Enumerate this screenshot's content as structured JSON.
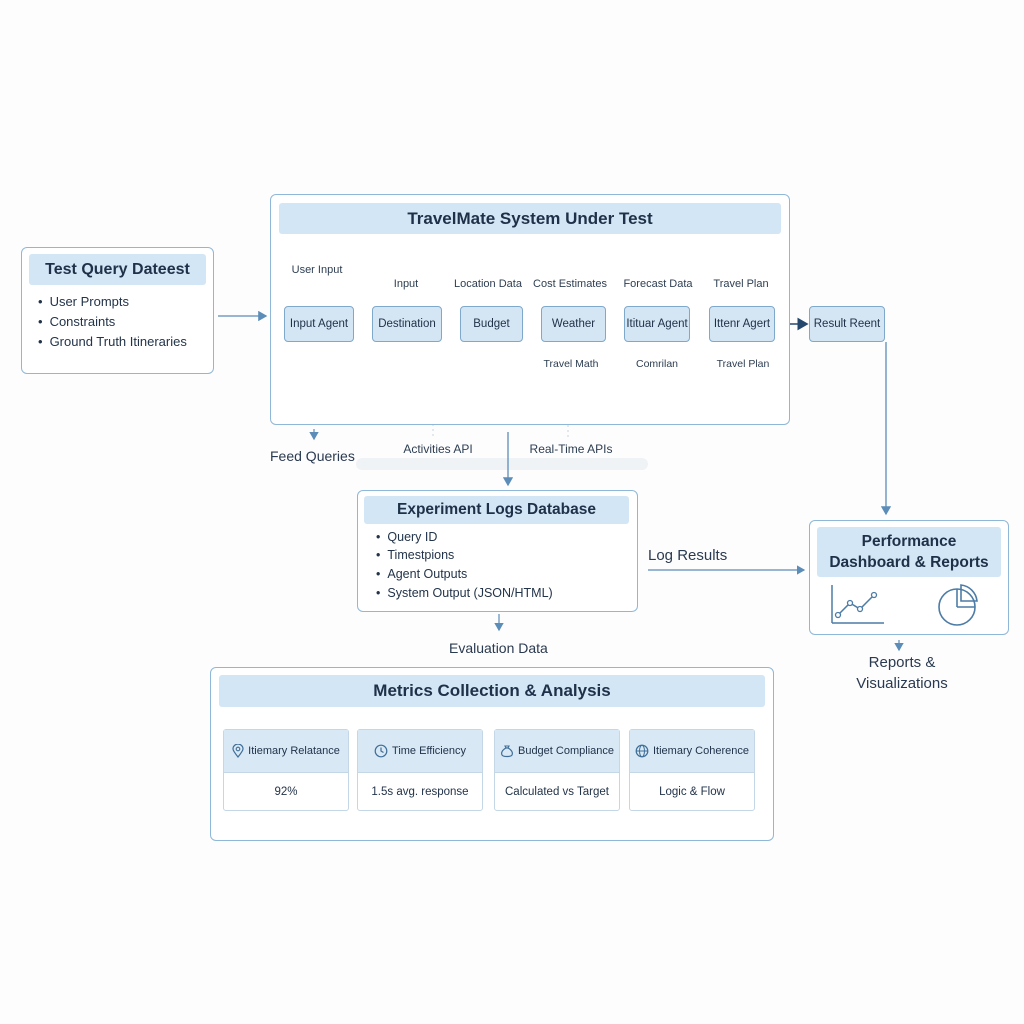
{
  "test_query": {
    "title": "Test Query Dateest",
    "items": [
      "User Prompts",
      "Constraints",
      "Ground Truth Itineraries"
    ]
  },
  "system": {
    "title": "TravelMate System Under Test",
    "nodes": [
      "Input Agent",
      "Destination",
      "Budget",
      "Weather",
      "Itituar Agent",
      "Ittenr Agert",
      "Result Reent"
    ],
    "top_labels": [
      "User Input",
      "Input",
      "Location Data",
      "Cost Estimates",
      "Forecast Data",
      "Travel Plan"
    ],
    "bottom_labels": [
      "Travel Math",
      "Comrilan",
      "Travel Plan"
    ]
  },
  "side_labels": {
    "feed_queries": "Feed Queries",
    "activities_api": "Activities API",
    "realtime_apis": "Real-Time APIs",
    "log_results": "Log Results",
    "evaluation_data": "Evaluation Data",
    "reports_line1": "Reports &",
    "reports_line2": "Visualizations"
  },
  "logs_db": {
    "title": "Experiment Logs Database",
    "items": [
      "Query ID",
      "Timestpions",
      "Agent Outputs",
      "System Output (JSON/HTML)"
    ]
  },
  "dashboard": {
    "title_line1": "Performance",
    "title_line2": "Dashboard & Reports",
    "icons": [
      "line-chart-icon",
      "pie-chart-icon"
    ]
  },
  "metrics": {
    "title": "Metrics Collection & Analysis",
    "cards": [
      {
        "label": "Itiemary Relatance",
        "value": "92%",
        "icon": "location-pin-icon"
      },
      {
        "label": "Time Efficiency",
        "value": "1.5s avg. response",
        "icon": "clock-icon"
      },
      {
        "label": "Budget Compliance",
        "value": "Calculated vs Target",
        "icon": "money-bag-icon"
      },
      {
        "label": "Itiemary Coherence",
        "value": "Logic & Flow",
        "icon": "globe-icon"
      }
    ]
  },
  "colors": {
    "accent": "#5b8db8",
    "header_fill": "#d3e6f5",
    "panel_border": "#8fb8d8",
    "node_border": "#7fa9cb"
  }
}
